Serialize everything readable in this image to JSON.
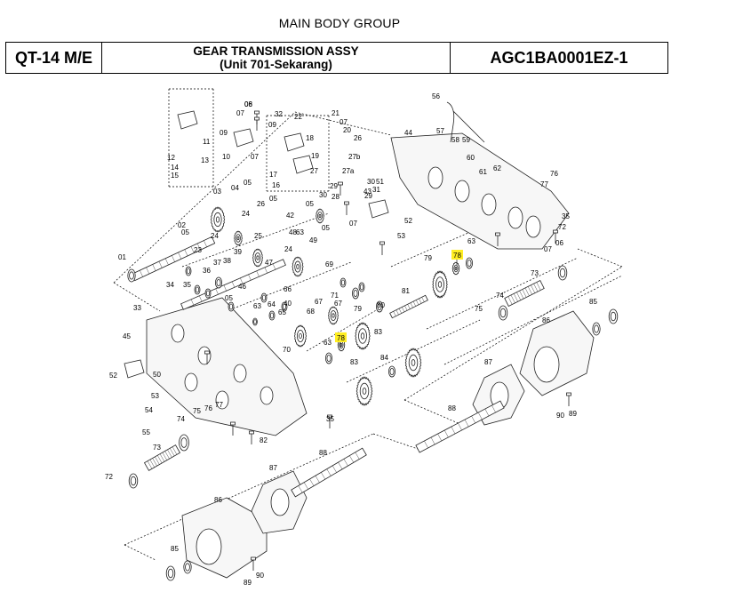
{
  "group_title": "MAIN BODY GROUP",
  "header": {
    "model": "QT-14 M/E",
    "title_line1": "GEAR TRANSMISSION ASSY",
    "title_line2": "(Unit 701-Sekarang)",
    "part_code": "AGC1BA0001EZ-1"
  },
  "highlight_color": "#ffee22",
  "part_labels": {
    "p01": "01",
    "p02": "02",
    "p03": "03",
    "p04": "04",
    "p05": "05",
    "p06": "06",
    "p07": "07",
    "p08": "08",
    "p09": "09",
    "p10": "10",
    "p11": "11",
    "p12": "12",
    "p13": "13",
    "p14": "14",
    "p15": "15",
    "p16": "16",
    "p17": "17",
    "p18": "18",
    "p19": "19",
    "p20": "20",
    "p21": "21",
    "p22": "22",
    "p23": "23",
    "p24": "24",
    "p25": "25",
    "p26": "26",
    "p27": "27",
    "p27a": "27a",
    "p27b": "27b",
    "p28": "28",
    "p29": "29",
    "p30": "30",
    "p31": "31",
    "p32": "32",
    "p33": "33",
    "p34": "34",
    "p35": "35",
    "p36": "36",
    "p37": "37",
    "p38": "38",
    "p39": "39",
    "p40": "40",
    "p42": "42",
    "p43": "43",
    "p44": "44",
    "p45": "45",
    "p46": "46",
    "p47": "47",
    "p48": "48",
    "p49": "49",
    "p50": "50",
    "p51": "51",
    "p52": "52",
    "p53": "53",
    "p54": "54",
    "p55": "55",
    "p56": "56",
    "p57": "57",
    "p58": "58",
    "p59": "59",
    "p60": "60",
    "p61": "61",
    "p62": "62",
    "p63": "63",
    "p64": "64",
    "p65": "65",
    "p66": "66",
    "p67": "67",
    "p68": "68",
    "p69": "69",
    "p70": "70",
    "p71": "71",
    "p72": "72",
    "p73": "73",
    "p74": "74",
    "p75": "75",
    "p76": "76",
    "p77": "77",
    "p78": "78",
    "p79": "79",
    "p80": "80",
    "p81": "81",
    "p82": "82",
    "p83": "83",
    "p84": "84",
    "p85": "85",
    "p86": "86",
    "p87": "87",
    "p88": "88",
    "p89": "89",
    "p90": "90"
  }
}
